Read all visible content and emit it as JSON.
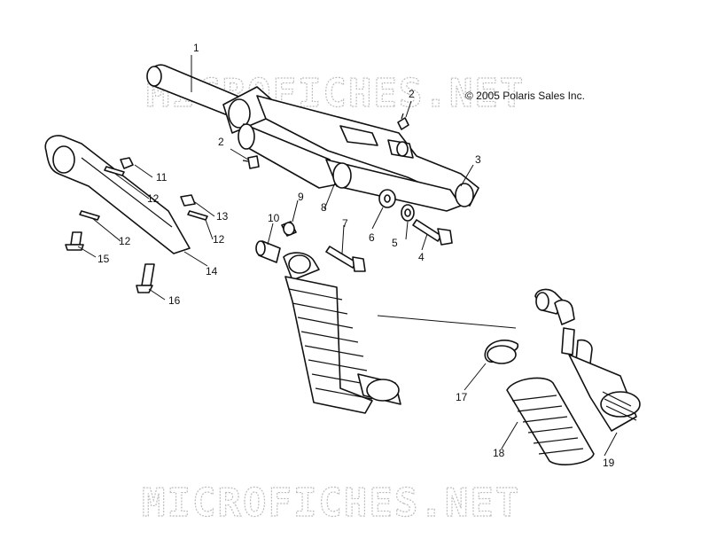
{
  "copyright": "© 2005 Polaris Sales Inc.",
  "watermark": "MICROFICHES.NET",
  "callouts": [
    "1",
    "2",
    "2",
    "3",
    "4",
    "5",
    "6",
    "7",
    "8",
    "9",
    "10",
    "11",
    "12",
    "12",
    "12",
    "13",
    "14",
    "15",
    "16",
    "17",
    "18",
    "19"
  ]
}
